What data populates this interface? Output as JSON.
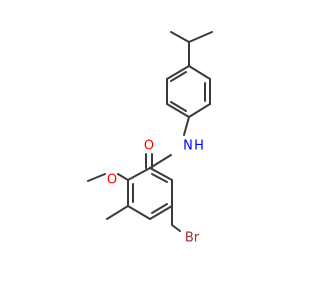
{
  "molecule": {
    "atoms": {
      "oxygen_carbonyl": {
        "label": "O",
        "color": "#ff0000"
      },
      "nitrogen_amide": {
        "label": "N",
        "color": "#0000ff"
      },
      "hydrogen_amide": {
        "label": "H",
        "color": "#0000ff"
      },
      "oxygen_methoxy": {
        "label": "O",
        "color": "#ff0000"
      },
      "bromine": {
        "label": "Br",
        "color": "#a52a2a"
      }
    },
    "bond_color": "#3a3a3a"
  }
}
